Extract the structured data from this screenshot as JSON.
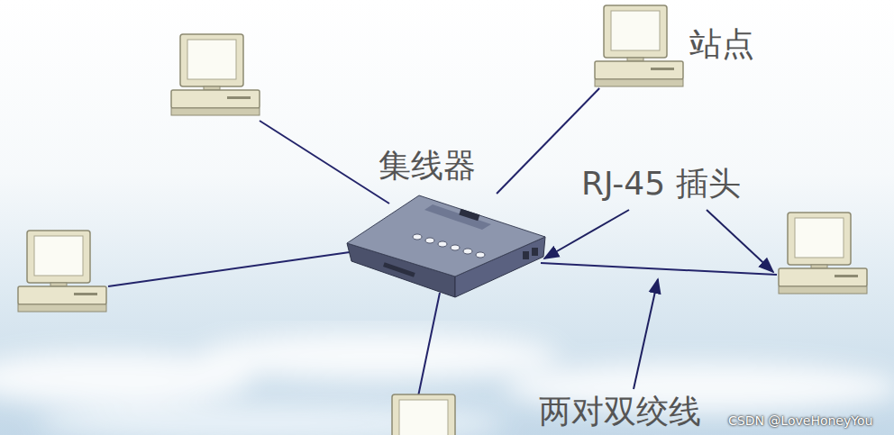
{
  "diagram": {
    "nodes": [
      {
        "text": [
          "集线器"
        ]
      },
      {
        "text": [
          "站点"
        ]
      }
    ],
    "edges": [
      {
        "from": 0,
        "to": 1,
        "arrow": "none"
      }
    ],
    "labels": [
      "RJ-45 插头",
      "两对双绞线",
      "CSDN @LoveHoneyYou"
    ]
  }
}
